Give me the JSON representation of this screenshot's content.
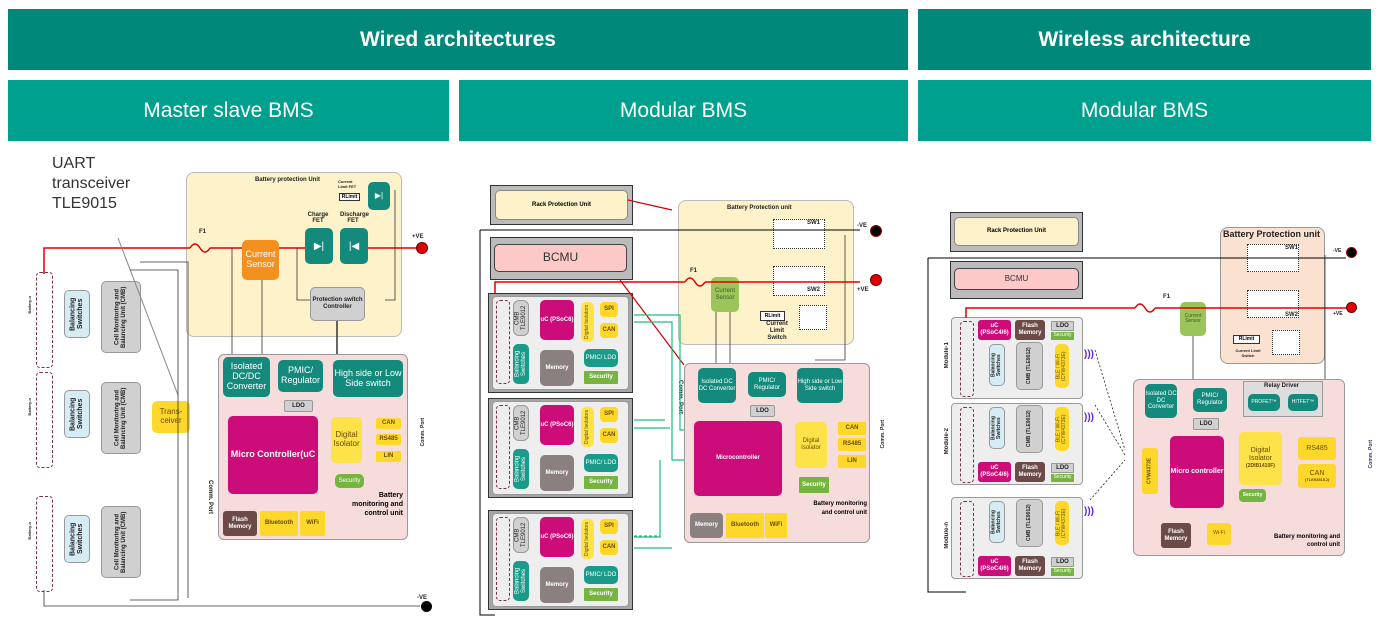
{
  "headers": {
    "wired": "Wired architectures",
    "wireless": "Wireless architecture",
    "col1": "Master slave BMS",
    "col2": "Modular BMS",
    "col3": "Modular BMS"
  },
  "colors": {
    "header_dark": "#00897b",
    "header_light": "#00a08f",
    "power_line": "#e00000",
    "comm_line": "#19c07a"
  },
  "master_slave": {
    "callout": [
      "UART",
      "transceiver",
      "TLE9015"
    ],
    "bpu_title": "Battery protection Unit",
    "fuse": "F1",
    "current_sensor": "Current Sensor",
    "charge_fet": "Charge FET",
    "discharge_fet": "Discharge FET",
    "current_limit_fet": "Current Limit FET",
    "rlimit": "RLimit",
    "protection_controller": "Protection switch Controller",
    "pos_terminal": "+VE",
    "neg_terminal": "-VE",
    "battery_labels": [
      "Battery-n",
      "Battery-n",
      "Battery-n"
    ],
    "balancing": "Balancing Switches",
    "cmb": "Cell Monitoring and Balancing Unit (CMB)",
    "transceiver": "Trans-ceiver",
    "comm_port": "Comm. Port",
    "bmcu": {
      "isolated_dcdc": "Isolated DC/DC Converter",
      "pmic": "PMIC/ Regulator",
      "hs_ls": "High side or Low Side switch",
      "ldo": "LDO",
      "mcu": "Micro Controller(uC",
      "digital_isolator": "Digital Isolator",
      "can": "CAN",
      "rs485": "RS485",
      "lin": "LIN",
      "security": "Security",
      "flash": "Flash Memory",
      "bluetooth": "Bluetooth",
      "wifi": "WiFi",
      "title": "Battery monitoring and control unit",
      "comm_port": "Comm. Port"
    }
  },
  "modular_wired": {
    "rack_protection": "Rack Protection Unit",
    "bcmu": "BCMU",
    "bpu_title": "Battery Protection unit",
    "sw1": "SW1",
    "sw2": "SW2",
    "fuse": "F1",
    "current_sensor": "Current Sensor",
    "rlimit": "RLimit",
    "current_limit_switch": "Current Limit Switch",
    "neg_terminal": "-VE",
    "pos_terminal": "+VE",
    "module": {
      "cmb": "CMB TLE9012",
      "uc": "uC (PSoC6)",
      "digital_isolators": "Digital Isolators",
      "spi": "SPI",
      "can": "CAN",
      "balancing": "Balancing Switches",
      "memory": "Memory",
      "pmic": "PMIC/ LDO",
      "security": "Security"
    },
    "module_count": 3,
    "comm_port": "Comm. Port",
    "bmcu": {
      "isolated_dcdc": "Isolated DC DC Converter",
      "pmic": "PMIC/ Regulator",
      "hs_ls": "High side or Low Side switch",
      "ldo": "LDO",
      "mcu": "Microcontroller",
      "digital_isolator": "Digital Isolator",
      "can": "CAN",
      "rs485": "RS485",
      "lin": "LIN",
      "security": "Security",
      "memory": "Memory",
      "bluetooth": "Bluetooth",
      "wifi": "WiFi",
      "title": "Battery monitoring and control unit",
      "comm_port": "Comm. Port"
    }
  },
  "modular_wireless": {
    "rack_protection": "Rack Protection Unit",
    "bcmu": "BCMU",
    "bpu_title": "Battery Protection unit",
    "sw1": "SW1",
    "sw2": "SW2",
    "fuse": "F1",
    "current_sensor": "Current Sensor",
    "rlimit": "RLimit",
    "current_limit_switch": "Current Limit Switch",
    "neg_terminal": "-VE",
    "pos_terminal": "+VE",
    "modules": [
      {
        "label": "Module-1"
      },
      {
        "label": "Module-2"
      },
      {
        "label": "Module-n"
      }
    ],
    "module": {
      "uc": "uC (PSoC4/6)",
      "flash": "Flash Memory",
      "ldo": "LDO",
      "security": "Security",
      "balancing": "Balancing Switches",
      "cmb": "CMB (TLE9012)",
      "ble": "BLE / Wi-Fi (CYW4373E)"
    },
    "bmcu": {
      "isolated_dcdc": "Isolated DC DC Converter",
      "pmic": "PMIC/ Regulator",
      "relay_driver": "Relay Driver",
      "profet": "PROFET™",
      "hitfet": "HITFET™",
      "ldo": "LDO",
      "radio": "CYW4373E",
      "mcu": "Micro controller",
      "digital_isolator": "Digital Isolator",
      "digital_isolator_part": "(2DIB1410F)",
      "rs485": "RS485",
      "can": "CAN",
      "can_part": "(TLE9351SJ)",
      "security": "Security",
      "flash": "Flash Memory",
      "wifi": "Wi-Fi",
      "title": "Battery monitoring and control unit",
      "comm_port": "Comm. Port"
    }
  }
}
